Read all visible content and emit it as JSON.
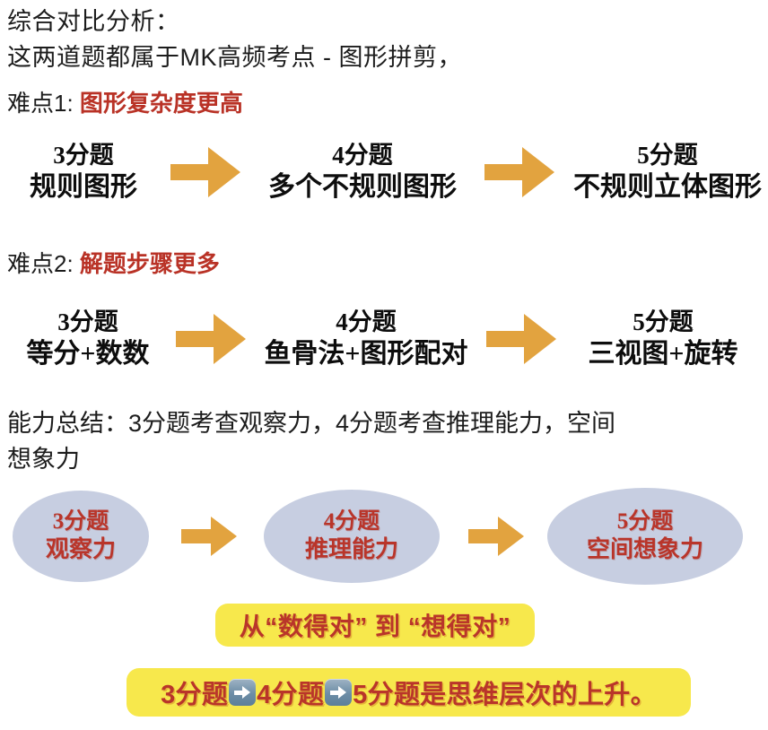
{
  "intro": {
    "title": "综合对比分析：",
    "line2": "这两道题都属于MK高频考点 - 图形拼剪，",
    "difficulty1_label": "难点1: ",
    "difficulty1_value": "图形复杂度更高",
    "difficulty2_label": "难点2: ",
    "difficulty2_value": "解题步骤更多"
  },
  "flow_complexity": {
    "steps": [
      {
        "score": "3分题",
        "detail": "规则图形"
      },
      {
        "score": "4分题",
        "detail": "多个不规则图形"
      },
      {
        "score": "5分题",
        "detail": "不规则立体图形"
      }
    ],
    "arrow_icon": "right-block-arrow"
  },
  "flow_steps": {
    "steps": [
      {
        "score": "3分题",
        "detail": "等分+数数"
      },
      {
        "score": "4分题",
        "detail": "鱼骨法+图形配对"
      },
      {
        "score": "5分题",
        "detail": "三视图+旋转"
      }
    ],
    "arrow_icon": "right-block-arrow"
  },
  "summary": {
    "line1": "能力总结：3分题考查观察力，4分题考查推理能力，空间",
    "line2": "想象力"
  },
  "ability_flow": {
    "nodes": [
      {
        "score": "3分题",
        "ability": "观察力"
      },
      {
        "score": "4分题",
        "ability": "推理能力"
      },
      {
        "score": "5分题",
        "ability": "空间想象力"
      }
    ],
    "arrow_icon": "right-block-arrow"
  },
  "callouts": {
    "quote": "从“数得对” 到 “想得对”",
    "conclusion_part1": "3分题",
    "conclusion_part2": "4分题",
    "conclusion_part3": "5分题是思维层次的上升。",
    "arrow_badge_icon": "right-arrow-badge"
  },
  "colors": {
    "accent_red": "#b93226",
    "arrow_orange": "#e2a33f",
    "ellipse_fill": "#c7cee1",
    "highlight_yellow": "#f7e84c",
    "badge_blue": "#6d8da6",
    "text_dark": "#1c1c1c"
  }
}
